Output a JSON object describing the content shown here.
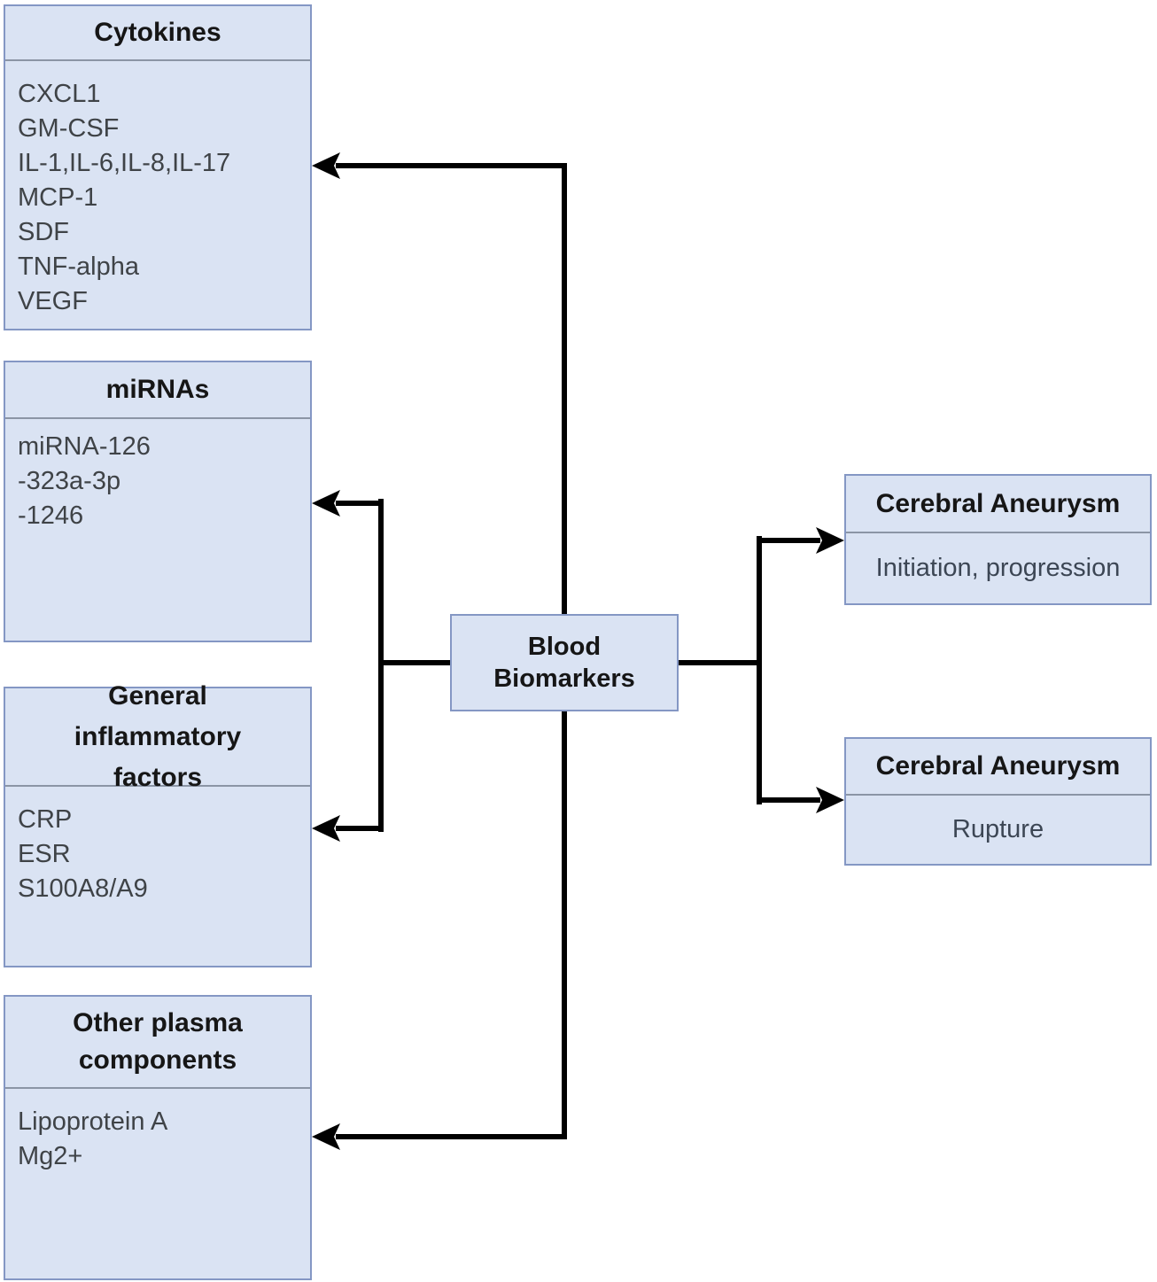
{
  "boxes": {
    "cytokines": {
      "title": "Cytokines",
      "items": [
        "CXCL1",
        "GM-CSF",
        "IL-1,IL-6,IL-8,IL-17",
        "MCP-1",
        "SDF",
        "TNF-alpha",
        "VEGF"
      ]
    },
    "mirnas": {
      "title": "miRNAs",
      "items": [
        "miRNA-126",
        "-323a-3p",
        "-1246"
      ]
    },
    "general_inflammatory": {
      "title": "General inflammatory factors",
      "items": [
        "CRP",
        "ESR",
        "S100A8/A9"
      ]
    },
    "other_plasma": {
      "title": "Other plasma components",
      "items": [
        "Lipoprotein A",
        "Mg2+"
      ]
    },
    "center": {
      "title": "Blood Biomarkers"
    },
    "aneurysm_initiation": {
      "title": "Cerebral Aneurysm",
      "subtitle": "Initiation, progression"
    },
    "aneurysm_rupture": {
      "title": "Cerebral Aneurysm",
      "subtitle": "Rupture"
    }
  },
  "colors": {
    "box_fill": "#dae3f3",
    "box_border": "#8497c4",
    "header_divider": "#8b95a5",
    "arrow": "#010101",
    "header_text": "#161616",
    "body_text": "#3f4347"
  }
}
